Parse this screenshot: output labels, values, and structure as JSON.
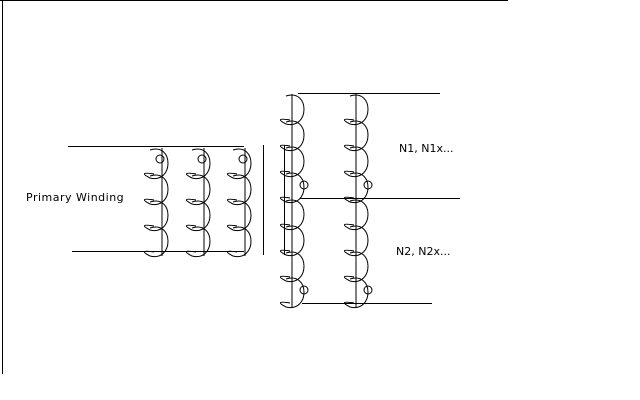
{
  "labels": {
    "primary": "Primary Winding",
    "secondary_top": "N1, N1x...",
    "secondary_bottom": "N2, N2x..."
  },
  "colors": {
    "background": "#ffffff",
    "stroke": "#000000"
  }
}
